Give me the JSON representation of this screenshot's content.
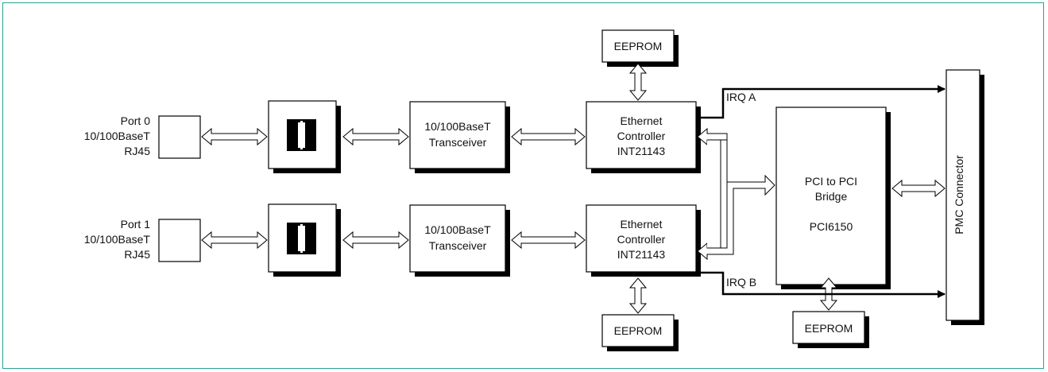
{
  "ports": [
    {
      "lines": [
        "Port 0",
        "10/100BaseT",
        "RJ45"
      ]
    },
    {
      "lines": [
        "Port 1",
        "10/100BaseT",
        "RJ45"
      ]
    }
  ],
  "transceiver": {
    "lines": [
      "10/100BaseT",
      "Transceiver"
    ]
  },
  "ethernet_controller": {
    "lines": [
      "Ethernet",
      "Controller",
      "INT21143"
    ]
  },
  "eeprom_label": "EEPROM",
  "bridge": {
    "lines": [
      "PCI to PCI",
      "Bridge",
      "",
      "PCI6150"
    ]
  },
  "pmc_label": "PMC Connector",
  "irq_a": "IRQ A",
  "irq_b": "IRQ B"
}
